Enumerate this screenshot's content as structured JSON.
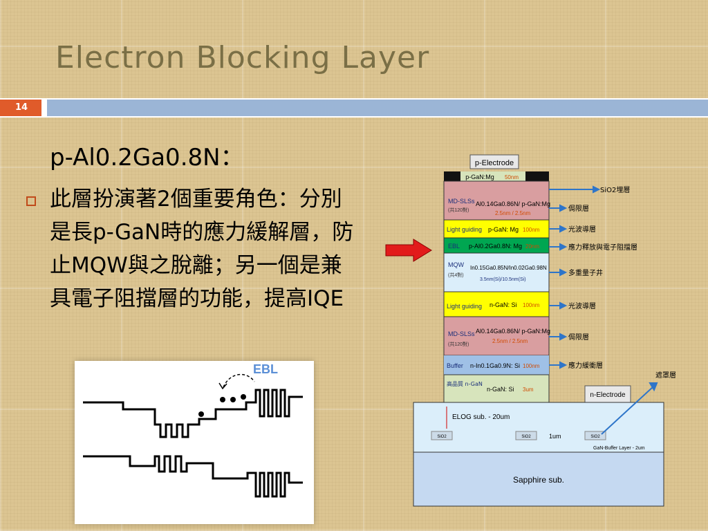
{
  "slide": {
    "title": "Electron  Blocking  Layer",
    "number": "14",
    "subtitle": "p-Al0.2Ga0.8N：",
    "bullet_text": "此層扮演著2個重要角色：分別是長p-GaN時的應力緩解層，防止MQW與之脫離；另一個是兼具電子阻擋層的功能，提高IQE"
  },
  "colors": {
    "accent_orange": "#e05b2a",
    "title_strip": "#9bb5d6",
    "title_text": "#7a6f46",
    "pink_layer": "#d99ea0",
    "yellow_layer": "#ffff00",
    "green_layer": "#00a651",
    "blue_layer": "#4f81bd",
    "light_blue_layer": "#dbeefa",
    "light_green_layer": "#d7e4bc"
  },
  "inset": {
    "label": "EBL"
  },
  "diagram": {
    "p_electrode": "p-Electrode",
    "p_gan_top": "p-GaN:Mg",
    "p_gan_top_thick": "50nm",
    "layers": [
      {
        "name": "MD-SLSs",
        "sub": "(共120對)",
        "comp": "Al0.14Ga0.86N/ p-GaN:Mg",
        "thick": "2.5nm / 2.5nm",
        "right": "侷限層"
      },
      {
        "name": "Light guiding",
        "comp": "p-GaN: Mg",
        "thick": "100nm",
        "right": "光波導層"
      },
      {
        "name": "EBL",
        "comp": "p-Al0.2Ga0.8N: Mg",
        "thick": "20nm",
        "right": "應力釋放與電子阻擋層"
      },
      {
        "name": "MQW",
        "sub": "(共4對)",
        "comp": "In0.15Ga0.85N/In0.02Ga0.98N",
        "thick": "3.5nm(Si)/10.5nm(Si)",
        "right": "多重量子井"
      },
      {
        "name": "Light guiding",
        "comp": "n-GaN: Si",
        "thick": "100nm",
        "right": "光波導層"
      },
      {
        "name": "MD-SLSs",
        "sub": "(共120對)",
        "comp": "Al0.14Ga0.86N/ p-GaN:Mg",
        "thick": "2.5nm / 2.5nm",
        "right": "侷限層"
      },
      {
        "name": "Buffer",
        "comp": "n-In0.1Ga0.9N: Si",
        "thick": "100nm",
        "right": "應力緩衝層"
      },
      {
        "name": "高品質 n-GaN",
        "comp": "n-GaN: Si",
        "thick": "3um",
        "right": ""
      }
    ],
    "sio2_label": "SiO2埋層",
    "n_electrode": "n-Electrode",
    "mask_label": "遮罩層",
    "elog": "ELOG sub. - 20um",
    "sio2": "SiO2",
    "one_um": "1um",
    "gan_buffer": "GaN-Buffer Layer - 2um",
    "sapphire": "Sapphire sub."
  }
}
